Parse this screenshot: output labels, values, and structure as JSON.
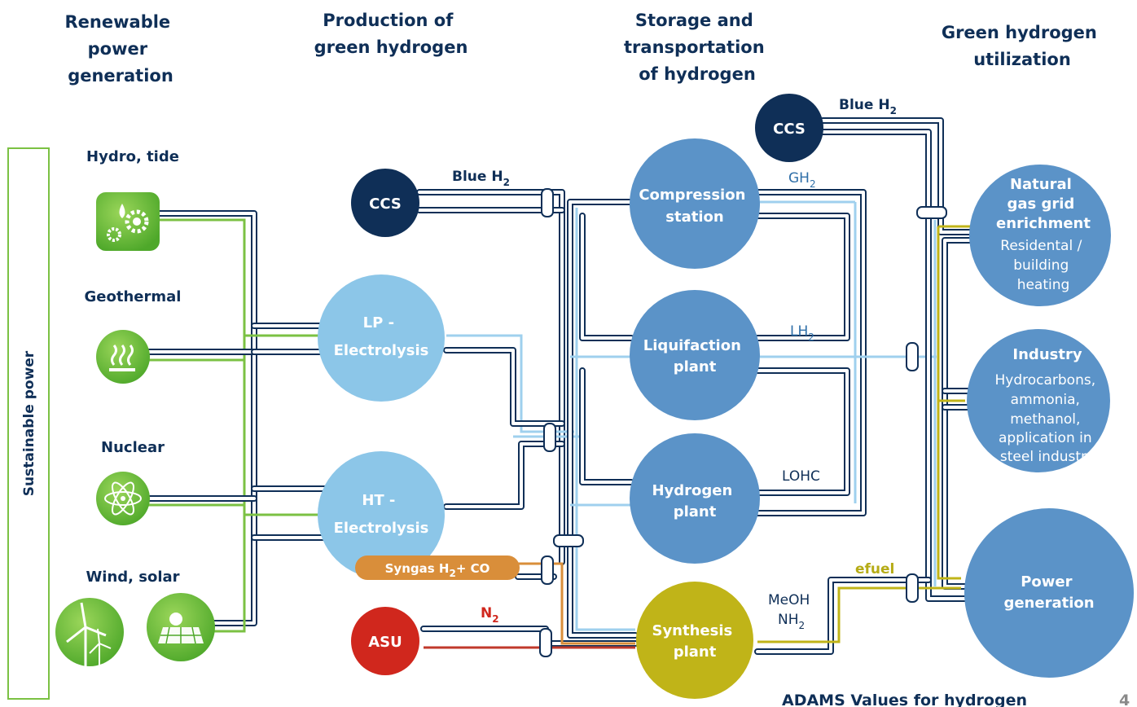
{
  "headers": {
    "renewable": [
      "Renewable",
      "power",
      "generation"
    ],
    "production": [
      "Production of",
      "green hydrogen"
    ],
    "storage": [
      "Storage and",
      "transportation",
      "of hydrogen"
    ],
    "utilization": [
      "Green hydrogen",
      "utilization"
    ]
  },
  "sidebar_label": "Sustainable power",
  "sources": [
    {
      "label": "Hydro, tide",
      "icon": "hydro-gears-icon"
    },
    {
      "label": "Geothermal",
      "icon": "heat-waves-icon"
    },
    {
      "label": "Nuclear",
      "icon": "atom-icon"
    },
    {
      "label": "Wind, solar",
      "icon": "wind-turbine-icon"
    }
  ],
  "production_nodes": {
    "ccs": "CCS",
    "lp": [
      "LP -",
      "Electrolysis"
    ],
    "ht": [
      "HT -",
      "Electrolysis"
    ],
    "asu": "ASU",
    "syngas": {
      "main": "Syngas H",
      "sub": "2",
      "rest": "+ CO"
    }
  },
  "storage_nodes": {
    "compression": [
      "Compression",
      "station"
    ],
    "liquifaction": [
      "Liquifaction",
      "plant"
    ],
    "hydrogen": [
      "Hydrogen",
      "plant"
    ],
    "synthesis": [
      "Synthesis",
      "plant"
    ]
  },
  "utilization_nodes": {
    "ccs": "CCS",
    "gas_grid": {
      "title": [
        "Natural",
        "gas grid",
        "enrichment"
      ],
      "desc": [
        "Residental /",
        "building",
        "heating"
      ]
    },
    "industry": {
      "title": [
        "Industry"
      ],
      "desc": [
        "Hydrocarbons,",
        "ammonia,",
        "methanol,",
        "application in",
        "steel industry"
      ]
    },
    "power": {
      "title": [
        "Power",
        "generation"
      ]
    }
  },
  "flow_labels": {
    "blue_h2": {
      "main": "Blue H",
      "sub": "2"
    },
    "gh2": {
      "main": "GH",
      "sub": "2"
    },
    "lh2": {
      "main": "LH",
      "sub": "2"
    },
    "lohc": "LOHC",
    "n2": {
      "main": "N",
      "sub": "2"
    },
    "meoh": "MeOH",
    "nh2": {
      "main": "NH",
      "sub": "2"
    },
    "efuel": "efuel"
  },
  "footer": {
    "text": "ADAMS Values for hydrogen",
    "page": "4"
  },
  "colors": {
    "dark_navy": "#0f2f57",
    "mid_blue": "#5b93c8",
    "light_blue": "#8cc6e8",
    "green": "#7bc143",
    "olive": "#c0b418",
    "red": "#d0271d",
    "orange": "#d98e3a"
  }
}
